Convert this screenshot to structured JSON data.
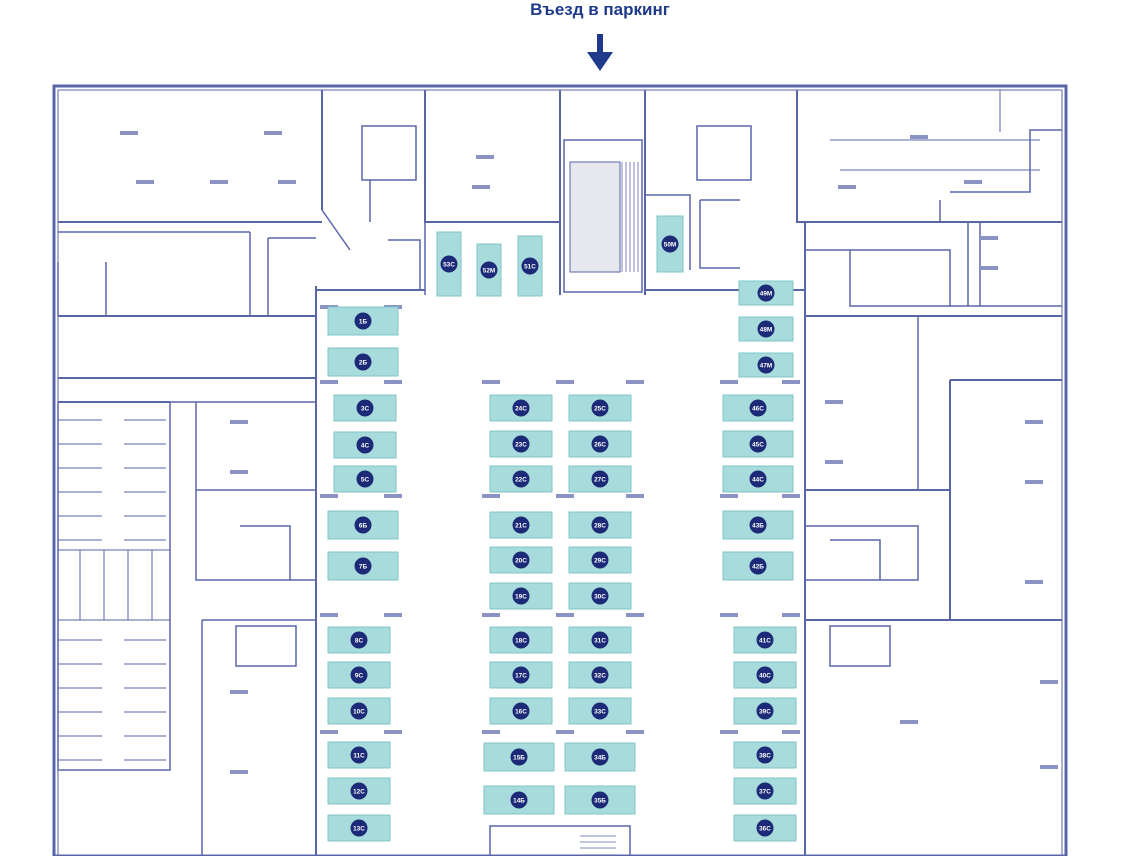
{
  "entrance_label": "Въезд в паркинг",
  "colors": {
    "wall": "#5866a8",
    "spot_fill": "#a8dcdc",
    "spot_stroke": "#7fc4c7",
    "badge": "#1c2a78",
    "title": "#1f3a8a",
    "ramp": "#e6e8ee"
  },
  "parking_spots": [
    {
      "id": "53С"
    },
    {
      "id": "52М"
    },
    {
      "id": "51С"
    },
    {
      "id": "50М"
    },
    {
      "id": "1Б"
    },
    {
      "id": "2Б"
    },
    {
      "id": "3С"
    },
    {
      "id": "4С"
    },
    {
      "id": "5С"
    },
    {
      "id": "6Б"
    },
    {
      "id": "7Б"
    },
    {
      "id": "8С"
    },
    {
      "id": "9С"
    },
    {
      "id": "10С"
    },
    {
      "id": "11С"
    },
    {
      "id": "12С"
    },
    {
      "id": "13С"
    },
    {
      "id": "24С"
    },
    {
      "id": "23С"
    },
    {
      "id": "22С"
    },
    {
      "id": "21С"
    },
    {
      "id": "20С"
    },
    {
      "id": "19С"
    },
    {
      "id": "18С"
    },
    {
      "id": "17С"
    },
    {
      "id": "16С"
    },
    {
      "id": "15Б"
    },
    {
      "id": "14Б"
    },
    {
      "id": "25С"
    },
    {
      "id": "26С"
    },
    {
      "id": "27С"
    },
    {
      "id": "28С"
    },
    {
      "id": "29С"
    },
    {
      "id": "30С"
    },
    {
      "id": "31С"
    },
    {
      "id": "32С"
    },
    {
      "id": "33С"
    },
    {
      "id": "34Б"
    },
    {
      "id": "35Б"
    },
    {
      "id": "49М"
    },
    {
      "id": "48М"
    },
    {
      "id": "47М"
    },
    {
      "id": "46С"
    },
    {
      "id": "45С"
    },
    {
      "id": "44С"
    },
    {
      "id": "43Б"
    },
    {
      "id": "42Б"
    },
    {
      "id": "41С"
    },
    {
      "id": "40С"
    },
    {
      "id": "39С"
    },
    {
      "id": "38С"
    },
    {
      "id": "37С"
    },
    {
      "id": "36С"
    }
  ]
}
